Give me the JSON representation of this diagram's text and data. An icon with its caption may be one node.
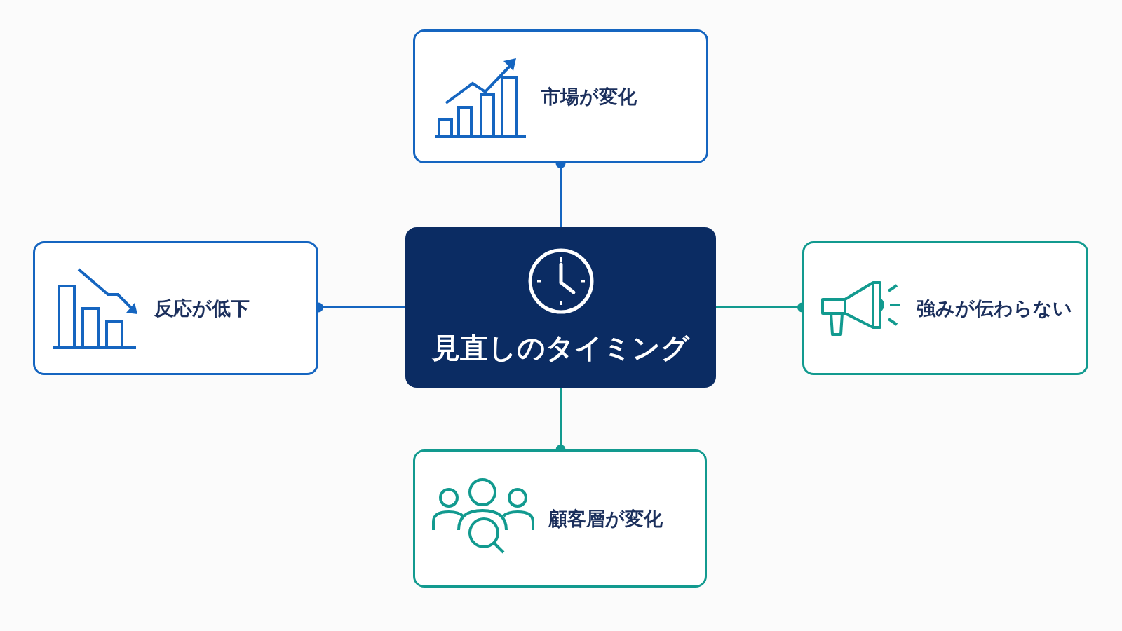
{
  "diagram": {
    "nodes": [
      {
        "text": [
          "市場が変化"
        ]
      },
      {
        "text": [
          "反応が低下"
        ]
      },
      {
        "text": [
          "見直しのタイミング"
        ]
      },
      {
        "text": [
          "強みが伝わらない"
        ]
      },
      {
        "text": [
          "顧客層が変化"
        ]
      }
    ],
    "edges": [
      {
        "from": 2,
        "to": 0,
        "arrow": "other",
        "color": "#1565c0"
      },
      {
        "from": 2,
        "to": 1,
        "arrow": "other",
        "color": "#1565c0"
      },
      {
        "from": 2,
        "to": 3,
        "arrow": "other",
        "color": "#129a8f"
      },
      {
        "from": 2,
        "to": 4,
        "arrow": "other",
        "color": "#129a8f"
      }
    ]
  }
}
